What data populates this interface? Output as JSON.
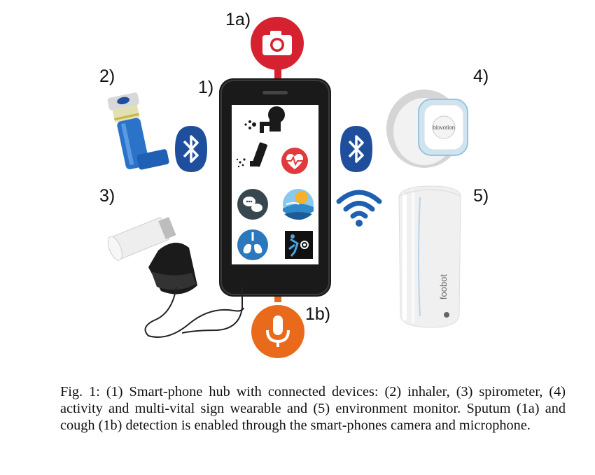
{
  "labels": {
    "phone": "1)",
    "camera": "1a)",
    "inhaler": "2)",
    "spirometer": "3)",
    "wearable": "4)",
    "monitor": "5)",
    "microphone": "1b)"
  },
  "devices": {
    "wearable_brand": "biovotion",
    "monitor_brand": "foobot"
  },
  "caption": "Fig. 1: (1) Smart-phone hub with connected devices: (2) inhaler, (3) spirometer, (4) activity and multi-vital sign wearable and (5) environment monitor. Sputum (1a) and cough (1b) detection is enabled through the smart-phones camera and microphone.",
  "icons": {
    "camera": "camera-icon",
    "microphone": "microphone-icon",
    "bluetooth": "bluetooth-icon",
    "wifi": "wifi-icon",
    "app_icons": [
      "cough-icon",
      "inhaler-app-icon",
      "heart-rate-icon",
      "chat-icon",
      "weather-icon",
      "lungs-icon",
      "activity-icon"
    ]
  },
  "colors": {
    "camera_red": "#d62230",
    "mic_orange": "#ea6a1c",
    "bluetooth_blue": "#1f4f9c",
    "wifi_blue": "#1e5fb0",
    "inhaler_blue": "#2a73c9",
    "phone_black": "#1a1a1a"
  }
}
